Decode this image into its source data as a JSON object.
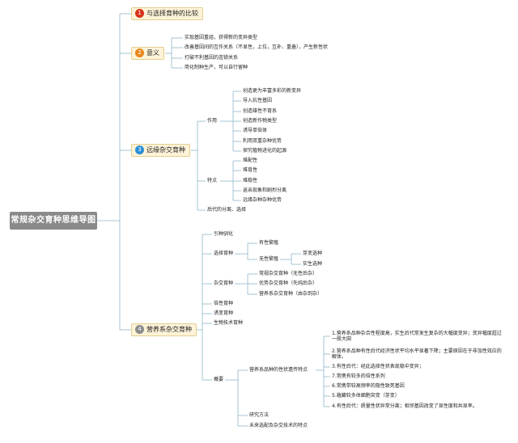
{
  "root": "常规杂交育种思维导图",
  "colors": {
    "line": "#8fb6c9",
    "badge1": "#d9331a",
    "badge2": "#e8871e",
    "badge3": "#2b8fd6",
    "badge4": "#8c8c8c",
    "branch_fill": "#fdf3d8"
  },
  "branches": [
    {
      "num": "1",
      "label": "与选择育种的比较"
    },
    {
      "num": "2",
      "label": "意义"
    },
    {
      "num": "3",
      "label": "远缘杂交育种"
    },
    {
      "num": "4",
      "label": "营养系杂交育种"
    }
  ],
  "yiyi": [
    "实现基因重组，获得新的变异类型",
    "改善基因间的互作关系（不显性，上位，互补、重叠），产生新性状",
    "打破不利基因的连锁关系",
    "简化制种生产，可以自行留种"
  ],
  "yuanyuan": {
    "zuoyong": "作用",
    "zuoyong_items": [
      "创造更为丰富多彩的新变异",
      "导入抗性基因",
      "创造雄性不育系",
      "创造新作物类型",
      "诱导单倍体",
      "利用双重杂种优势",
      "探究植物进化的起源"
    ],
    "tedian": "特点",
    "tedian_items": [
      "难配性",
      "难育性",
      "难稳性",
      "返亲现象和剧烈分离",
      "远缘杂种杂种优势"
    ],
    "houdai": "后代的分离、选择"
  },
  "yingyang": {
    "yinzhongqu": "引种驯化",
    "xuanze": "选择育种",
    "youxing": "有性繁殖",
    "wuxing": "无性繁殖",
    "yabian": "芽变选种",
    "shisheng": "实生选种",
    "zajiao": "杂交育种",
    "zajiao_items": [
      "常规杂交育种（无性后杂）",
      "优势杂交育种（先纯后杂）",
      "营养系杂交育种（由杂到杂）"
    ],
    "bei": "倍性育种",
    "you": "诱变育种",
    "sheng": "生物技术育种",
    "gaiyao": "概要",
    "tedian": "营养系品种的性状遗传特点",
    "points": [
      "1.营养系品种杂合性程度高，实生后代常发生复杂的大幅度变异；变异幅度超过一般大田",
      "2.营养系品种有性后代经济性状平均水平显著下降；主要原因在于非加性效应的解体。",
      "3.有性后代：经此选择性状表现稳中变异；",
      "7.常携有较多的倍性系列",
      "6.常携带较高频率的隐性致死基因",
      "5.蕴藏较多体细胞突变（芽变）",
      "4.有性后代：质量性状异常分离；相邻基因改变了显性度和共显率。"
    ],
    "yanjiu": "研究方法",
    "weilai": "未来选配及杂交技术的特点"
  }
}
